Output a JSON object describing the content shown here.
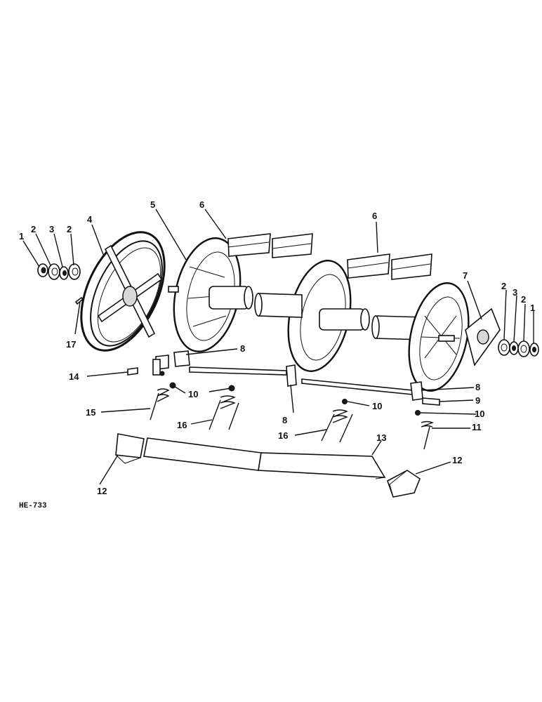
{
  "figure_code": "HE-733",
  "callouts": {
    "c1L": "1",
    "c2La": "2",
    "c3L": "3",
    "c2Lb": "2",
    "c4": "4",
    "c5": "5",
    "c6a": "6",
    "c6b": "6",
    "c7": "7",
    "c2Ra": "2",
    "c3R": "3",
    "c2Rb": "2",
    "c1R": "1",
    "c8a": "8",
    "c8b": "8",
    "c8c": "8",
    "c9": "9",
    "c10a": "10",
    "c10b": "10",
    "c10c": "10",
    "c11": "11",
    "c12a": "12",
    "c12b": "12",
    "c13": "13",
    "c14": "14",
    "c15": "15",
    "c16a": "16",
    "c16b": "16",
    "c17": "17"
  }
}
